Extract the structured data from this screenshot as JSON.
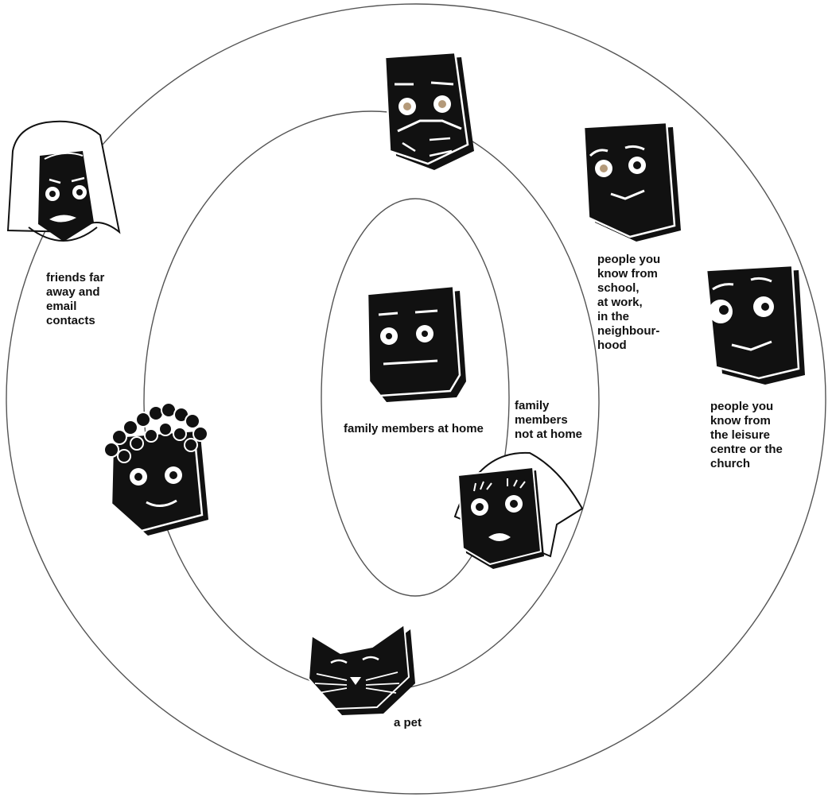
{
  "diagram": {
    "labels": {
      "family_home": "family members at home",
      "family_not_home": "family\nmembers\nnot at home",
      "school_work": "people you\nknow from\nschool,\nat work,\nin the\nneighbour-\nhood",
      "leisure_church": "people you\nknow from\nthe leisure\ncentre or the\nchurch",
      "friends_far": "friends far\naway and\nemail\ncontacts",
      "pet": "a pet"
    },
    "colors": {
      "ink": "#111111",
      "paper": "#ffffff",
      "ring": "#555555"
    }
  }
}
